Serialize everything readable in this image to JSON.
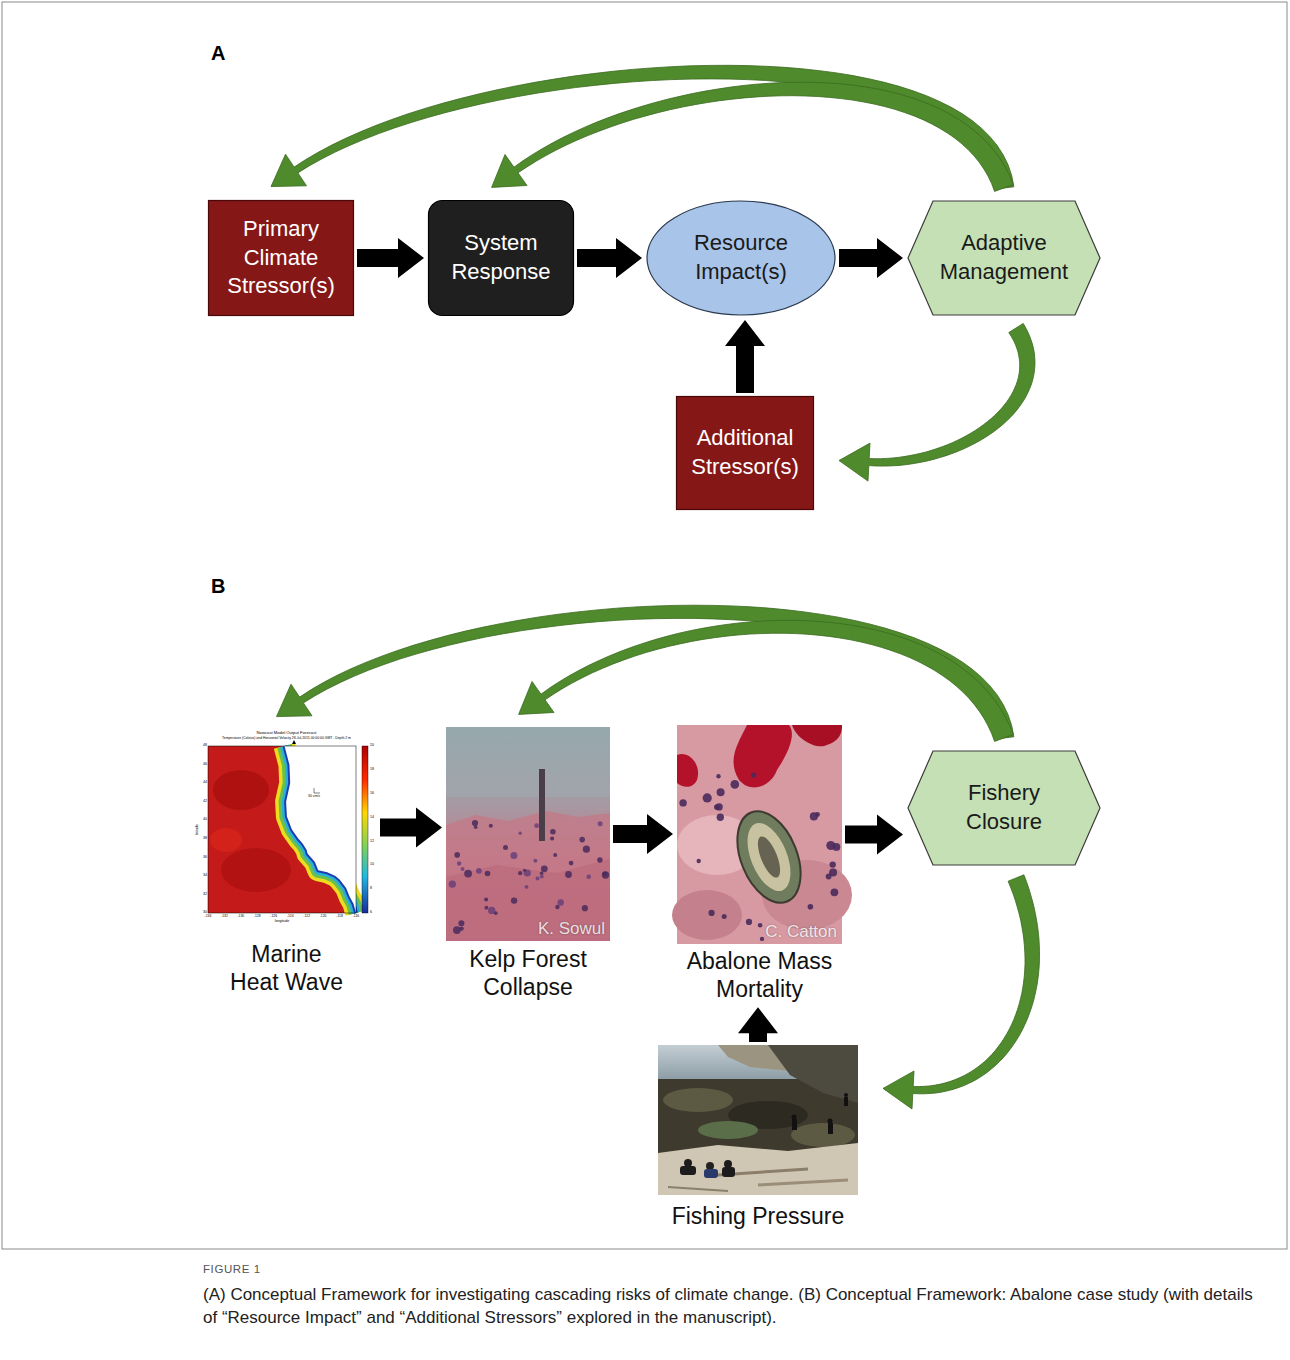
{
  "diagram": {
    "caption": "(A) Conceptual Framework for investigating cascading risks of climate change. (B) Conceptual Framework: Abalone case study (with details of “Resource Impact” and “Additional Stressors” explored in the manuscript).",
    "nodes": [
      {
        "text": [
          "Primary Climate Stressor(s)"
        ]
      },
      {
        "text": [
          "System Response"
        ]
      },
      {
        "text": [
          "Resource Impact(s)"
        ]
      },
      {
        "text": [
          "Adaptive Management"
        ]
      },
      {
        "text": [
          "Additional Stressor(s)"
        ]
      },
      {
        "text": [
          "Marine Heat Wave"
        ]
      },
      {
        "text": [
          "Kelp Forest Collapse"
        ]
      },
      {
        "text": [
          "Abalone Mass Mortality"
        ]
      },
      {
        "text": [
          "Fishery Closure"
        ]
      },
      {
        "text": [
          "Fishing Pressure"
        ]
      }
    ],
    "edges": [
      {
        "from": 0,
        "to": 1,
        "arrow": "to"
      },
      {
        "from": 1,
        "to": 2,
        "arrow": "to"
      },
      {
        "from": 2,
        "to": 3,
        "arrow": "to"
      },
      {
        "from": 4,
        "to": 2,
        "arrow": "to"
      },
      {
        "from": 3,
        "to": 0,
        "arrow": "to"
      },
      {
        "from": 3,
        "to": 1,
        "arrow": "to"
      },
      {
        "from": 3,
        "to": 4,
        "arrow": "to"
      },
      {
        "from": 5,
        "to": 6,
        "arrow": "to"
      },
      {
        "from": 6,
        "to": 7,
        "arrow": "to"
      },
      {
        "from": 7,
        "to": 8,
        "arrow": "to"
      },
      {
        "from": 9,
        "to": 7,
        "arrow": "to"
      },
      {
        "from": 8,
        "to": 5,
        "arrow": "to"
      },
      {
        "from": 8,
        "to": 6,
        "arrow": "to"
      },
      {
        "from": 8,
        "to": 9,
        "arrow": "to"
      }
    ],
    "labels": [
      "A",
      "B",
      "FIGURE 1",
      "K. Sowul",
      "C. Catton",
      "Nowcast Model Output Forecast",
      "Temperature (Celsius) and Horizontal Velocity 28-Jul-2015 00:00:00 GMT - Depth 2 m",
      "48",
      "46",
      "44",
      "42",
      "40",
      "38",
      "36",
      "34",
      "32",
      "30",
      "latitude",
      "30 cm/s",
      "20",
      "18",
      "16",
      "14",
      "12",
      "10",
      "8",
      "6",
      "-134",
      "-132",
      "-130",
      "-128",
      "-126",
      "-124",
      "-122",
      "-120",
      "-118",
      "-116",
      "longitude"
    ]
  }
}
